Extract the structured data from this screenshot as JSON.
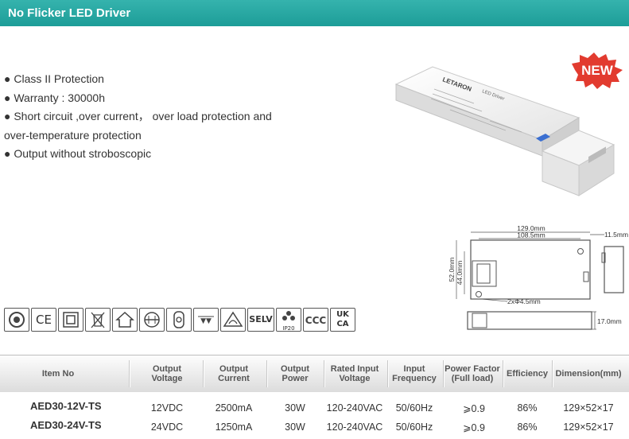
{
  "header": {
    "title": "No Flicker LED Driver"
  },
  "features": [
    "● Class II Protection",
    "● Warranty : 30000h",
    "● Short circuit ,over current， over load protection and",
    "over-temperature protection",
    "● Output without stroboscopic"
  ],
  "badge": {
    "label": "NEW"
  },
  "product": {
    "brand": "LETARON",
    "label": "LED Driver"
  },
  "dimensions": {
    "length": "129.0mm",
    "hole_spacing": "108.5mm",
    "end_cap": "11.5mm",
    "width": "52.0mm",
    "inner_width": "44.0mm",
    "holes": "2xΦ4.5mm",
    "height": "17.0mm"
  },
  "certifications": {
    "ce": "CE",
    "selv": "SELV",
    "ip": "IP20",
    "ukca_top": "UK",
    "ukca_bottom": "CA"
  },
  "table": {
    "headers": [
      "Item No",
      "Output Voltage",
      "Output Current",
      "Output Power",
      "Rated Input Voltage",
      "Input Frequency",
      "Power Factor (Full load)",
      "Efficiency",
      "Dimension(mm)"
    ],
    "rows": [
      [
        "AED30-12V-TS",
        "12VDC",
        "2500mA",
        "30W",
        "120-240VAC",
        "50/60Hz",
        "⩾0.9",
        "86%",
        "129×52×17"
      ],
      [
        "AED30-24V-TS",
        "24VDC",
        "1250mA",
        "30W",
        "120-240VAC",
        "50/60Hz",
        "⩾0.9",
        "86%",
        "129×52×17"
      ]
    ]
  }
}
